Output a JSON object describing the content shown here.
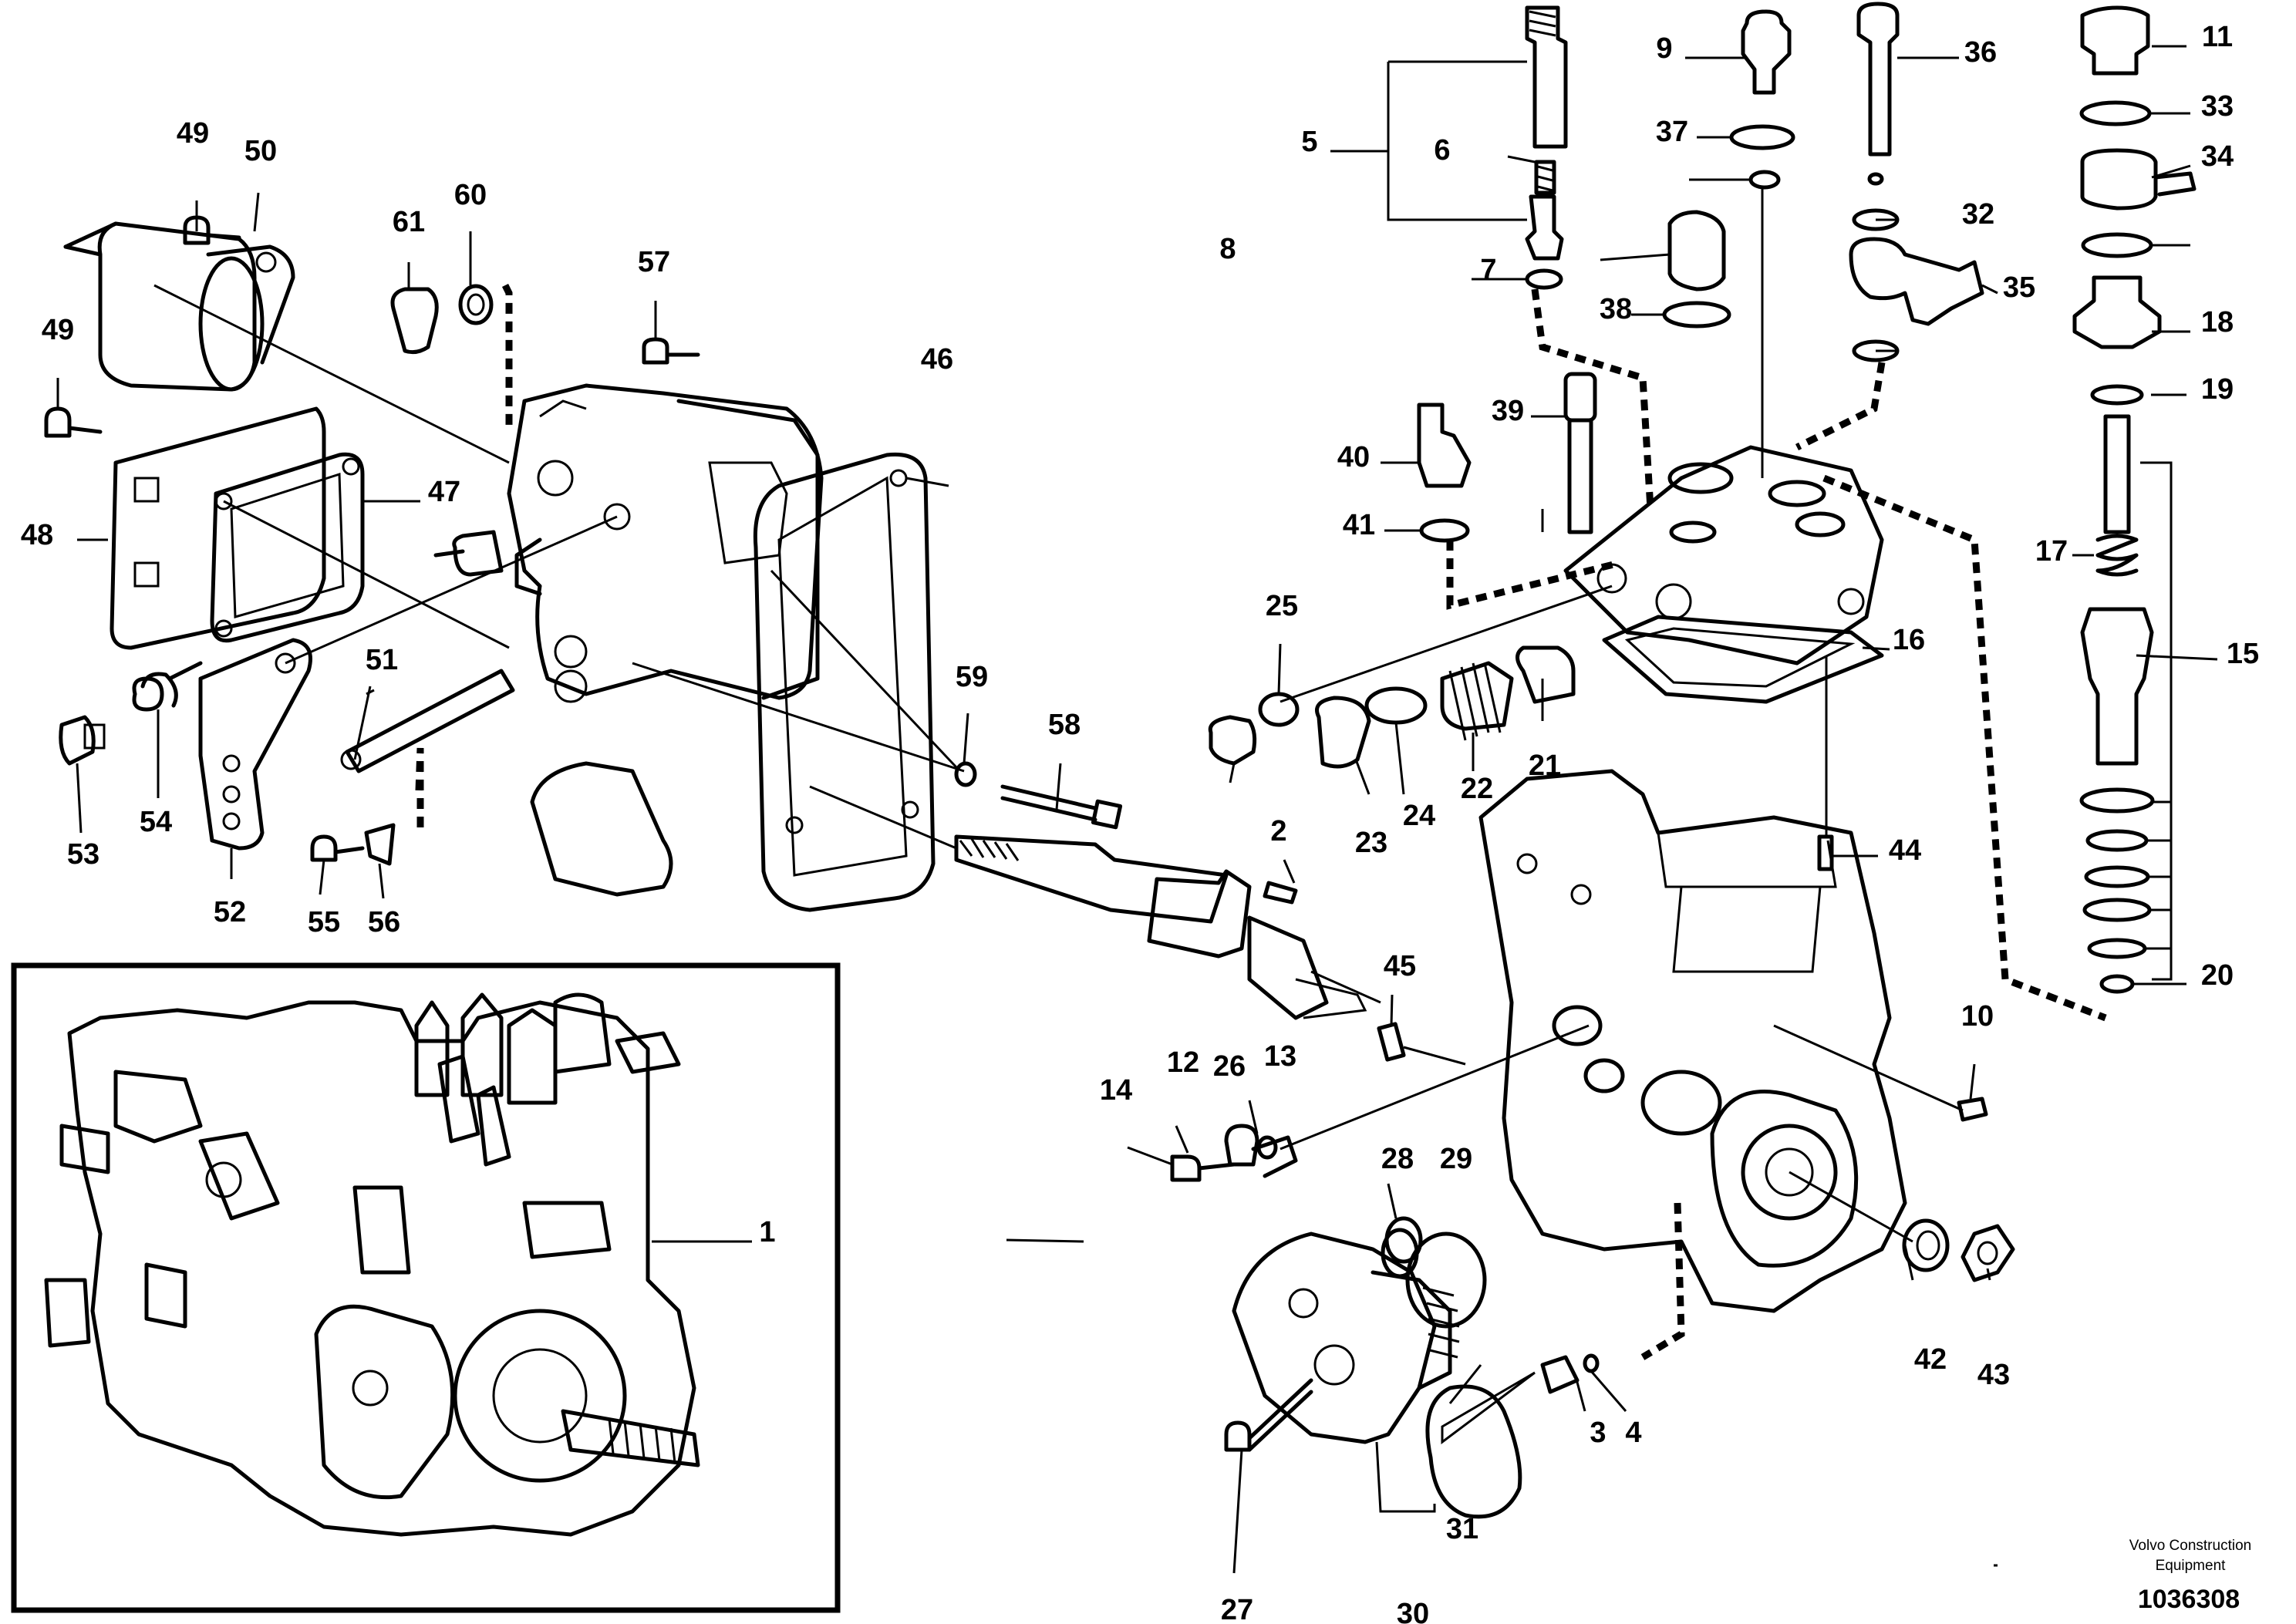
{
  "parts": [
    {
      "id": "1"
    },
    {
      "id": "2"
    },
    {
      "id": "3"
    },
    {
      "id": "4"
    },
    {
      "id": "5"
    },
    {
      "id": "6"
    },
    {
      "id": "7"
    },
    {
      "id": "8"
    },
    {
      "id": "9"
    },
    {
      "id": "10"
    },
    {
      "id": "11"
    },
    {
      "id": "12"
    },
    {
      "id": "13"
    },
    {
      "id": "14"
    },
    {
      "id": "15"
    },
    {
      "id": "16"
    },
    {
      "id": "17"
    },
    {
      "id": "18"
    },
    {
      "id": "19"
    },
    {
      "id": "20"
    },
    {
      "id": "21"
    },
    {
      "id": "22"
    },
    {
      "id": "23"
    },
    {
      "id": "24"
    },
    {
      "id": "25"
    },
    {
      "id": "26"
    },
    {
      "id": "27"
    },
    {
      "id": "28"
    },
    {
      "id": "29"
    },
    {
      "id": "30"
    },
    {
      "id": "31"
    },
    {
      "id": "32"
    },
    {
      "id": "33"
    },
    {
      "id": "34"
    },
    {
      "id": "35"
    },
    {
      "id": "36"
    },
    {
      "id": "37"
    },
    {
      "id": "38"
    },
    {
      "id": "39"
    },
    {
      "id": "40"
    },
    {
      "id": "41"
    },
    {
      "id": "42"
    },
    {
      "id": "43"
    },
    {
      "id": "44"
    },
    {
      "id": "45"
    },
    {
      "id": "46"
    },
    {
      "id": "47"
    },
    {
      "id": "48"
    },
    {
      "id": "49"
    },
    {
      "id": "50"
    },
    {
      "id": "51"
    },
    {
      "id": "52"
    },
    {
      "id": "53"
    },
    {
      "id": "54"
    },
    {
      "id": "55"
    },
    {
      "id": "56"
    },
    {
      "id": "57"
    },
    {
      "id": "58"
    },
    {
      "id": "59"
    },
    {
      "id": "60"
    },
    {
      "id": "61"
    }
  ],
  "footer": {
    "brand_line1": "Volvo Construction",
    "brand_line2": "Equipment",
    "doc_number": "1036308"
  }
}
